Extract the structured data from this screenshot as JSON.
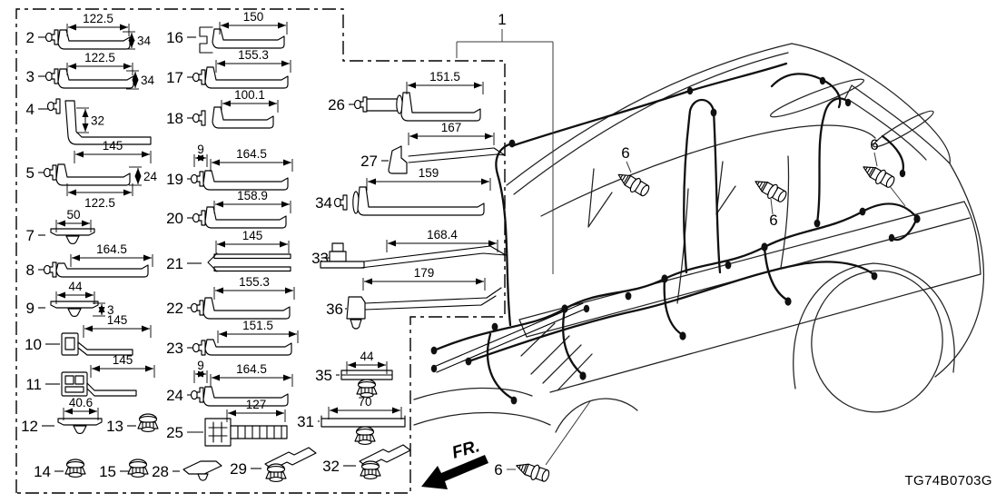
{
  "diagram": {
    "harness_callout": "1",
    "fasteners": [
      {
        "label": "6"
      },
      {
        "label": "6"
      },
      {
        "label": "6"
      },
      {
        "label": "6"
      }
    ],
    "fr_label": "FR.",
    "diagram_code": "TG74B0703G"
  },
  "parts": {
    "items": [
      {
        "number": "2",
        "icon": "push-pin-bracket-clip",
        "dims": [
          {
            "value": "122.5",
            "axis": "h"
          },
          {
            "value": "34",
            "axis": "v"
          }
        ]
      },
      {
        "number": "3",
        "icon": "push-pin-bracket-clip",
        "dims": [
          {
            "value": "122.5",
            "axis": "h"
          },
          {
            "value": "34",
            "axis": "v"
          }
        ]
      },
      {
        "number": "4",
        "icon": "push-pin-l-bracket-clip",
        "dims": [
          {
            "value": "32",
            "axis": "v"
          },
          {
            "value": "145",
            "axis": "h"
          }
        ]
      },
      {
        "number": "5",
        "icon": "push-pin-bracket-clip",
        "dims": [
          {
            "value": "24",
            "axis": "v"
          },
          {
            "value": "122.5",
            "axis": "h"
          }
        ]
      },
      {
        "number": "7",
        "icon": "flat-edge-clip",
        "dims": [
          {
            "value": "50",
            "axis": "h"
          }
        ]
      },
      {
        "number": "8",
        "icon": "push-pin-bracket-clip",
        "dims": [
          {
            "value": "164.5",
            "axis": "h"
          }
        ]
      },
      {
        "number": "9",
        "icon": "flat-edge-clip",
        "dims": [
          {
            "value": "44",
            "axis": "h"
          },
          {
            "value": "3",
            "axis": "v"
          }
        ]
      },
      {
        "number": "10",
        "icon": "connector-strap-clip",
        "dims": [
          {
            "value": "145",
            "axis": "h"
          }
        ]
      },
      {
        "number": "11",
        "icon": "connector-strap-clip",
        "dims": [
          {
            "value": "145",
            "axis": "h"
          }
        ]
      },
      {
        "number": "12",
        "icon": "flat-edge-clip",
        "dims": [
          {
            "value": "40.6",
            "axis": "h"
          }
        ]
      },
      {
        "number": "13",
        "icon": "grommet-clip",
        "dims": []
      },
      {
        "number": "14",
        "icon": "grommet-clip",
        "dims": []
      },
      {
        "number": "15",
        "icon": "grommet-clip",
        "dims": []
      },
      {
        "number": "16",
        "icon": "hook-bracket-clip",
        "dims": [
          {
            "value": "150",
            "axis": "h"
          }
        ]
      },
      {
        "number": "17",
        "icon": "push-pin-bracket-clip",
        "dims": [
          {
            "value": "155.3",
            "axis": "h"
          }
        ]
      },
      {
        "number": "18",
        "icon": "push-pin-bracket-clip",
        "dims": [
          {
            "value": "100.1",
            "axis": "h"
          }
        ]
      },
      {
        "number": "19",
        "icon": "push-pin-bracket-clip",
        "dims": [
          {
            "value": "9",
            "axis": "h"
          },
          {
            "value": "164.5",
            "axis": "h"
          }
        ]
      },
      {
        "number": "20",
        "icon": "push-pin-bracket-clip",
        "dims": [
          {
            "value": "158.9",
            "axis": "h"
          }
        ]
      },
      {
        "number": "21",
        "icon": "double-rail-clip",
        "dims": [
          {
            "value": "145",
            "axis": "h"
          }
        ]
      },
      {
        "number": "22",
        "icon": "push-pin-bracket-clip",
        "dims": [
          {
            "value": "155.3",
            "axis": "h"
          }
        ]
      },
      {
        "number": "23",
        "icon": "push-pin-bracket-clip",
        "dims": [
          {
            "value": "151.5",
            "axis": "h"
          }
        ]
      },
      {
        "number": "24",
        "icon": "push-pin-bracket-clip",
        "dims": [
          {
            "value": "9",
            "axis": "h"
          },
          {
            "value": "164.5",
            "axis": "h"
          }
        ]
      },
      {
        "number": "25",
        "icon": "corrugated-tube-holder",
        "dims": [
          {
            "value": "127",
            "axis": "h"
          }
        ]
      },
      {
        "number": "28",
        "icon": "skid-clip",
        "dims": []
      },
      {
        "number": "29",
        "icon": "t-bracket-grommet-clip",
        "dims": []
      },
      {
        "number": "26",
        "icon": "push-pin-barrel-bracket-clip",
        "dims": [
          {
            "value": "151.5",
            "axis": "h"
          }
        ]
      },
      {
        "number": "27",
        "icon": "rail-bracket-clip",
        "dims": [
          {
            "value": "167",
            "axis": "h"
          }
        ]
      },
      {
        "number": "34",
        "icon": "push-pin-bracket-clip",
        "dims": [
          {
            "value": "159",
            "axis": "h"
          }
        ]
      },
      {
        "number": "33",
        "icon": "bolt-rail-bracket-clip",
        "dims": [
          {
            "value": "168.4",
            "axis": "h"
          }
        ]
      },
      {
        "number": "36",
        "icon": "rail-bracket-clip",
        "dims": [
          {
            "value": "179",
            "axis": "h"
          }
        ]
      },
      {
        "number": "35",
        "icon": "strip-grommet-clip",
        "dims": [
          {
            "value": "44",
            "axis": "h"
          }
        ]
      },
      {
        "number": "31",
        "icon": "strip-grommet-clip",
        "dims": [
          {
            "value": "70",
            "axis": "h"
          }
        ]
      },
      {
        "number": "32",
        "icon": "t-bracket-grommet-clip",
        "dims": []
      }
    ]
  }
}
